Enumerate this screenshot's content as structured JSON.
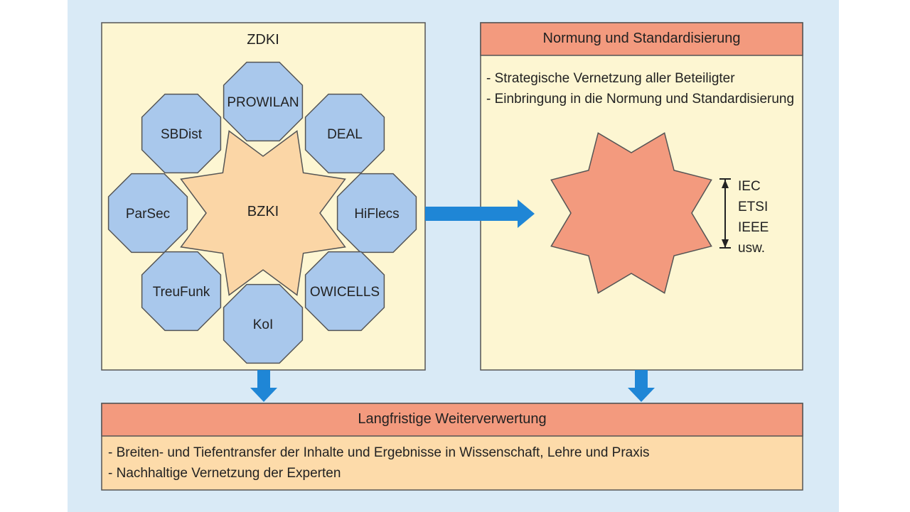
{
  "colors": {
    "background": "#d9eaf6",
    "box_fill": "#fdf6d2",
    "header_fill": "#f39a7e",
    "octagon_fill": "#a9c8ec",
    "center_star_fill": "#fbd6a6",
    "standards_star_fill": "#f39a7e",
    "arrow": "#1f86d6",
    "bottom_text_fill": "#fddbaa"
  },
  "zdki": {
    "title": "ZDKI",
    "center": "BZKI",
    "projects": [
      "PROWILAN",
      "DEAL",
      "HiFlecs",
      "OWICELLS",
      "KoI",
      "TreuFunk",
      "ParSec",
      "SBDist"
    ]
  },
  "standardization": {
    "header": "Normung und Standardisierung",
    "bullets": [
      "- Strategische Vernetzung aller Beteiligter",
      "- Einbringung in die Normung und Standardisierung"
    ],
    "standards": [
      "IEC",
      "ETSI",
      "IEEE",
      "usw."
    ]
  },
  "exploitation": {
    "header": "Langfristige Weiterverwertung",
    "bullets": [
      "- Breiten- und Tiefentransfer der Inhalte und Ergebnisse in Wissenschaft, Lehre und Praxis",
      "- Nachhaltige Vernetzung der Experten"
    ]
  }
}
